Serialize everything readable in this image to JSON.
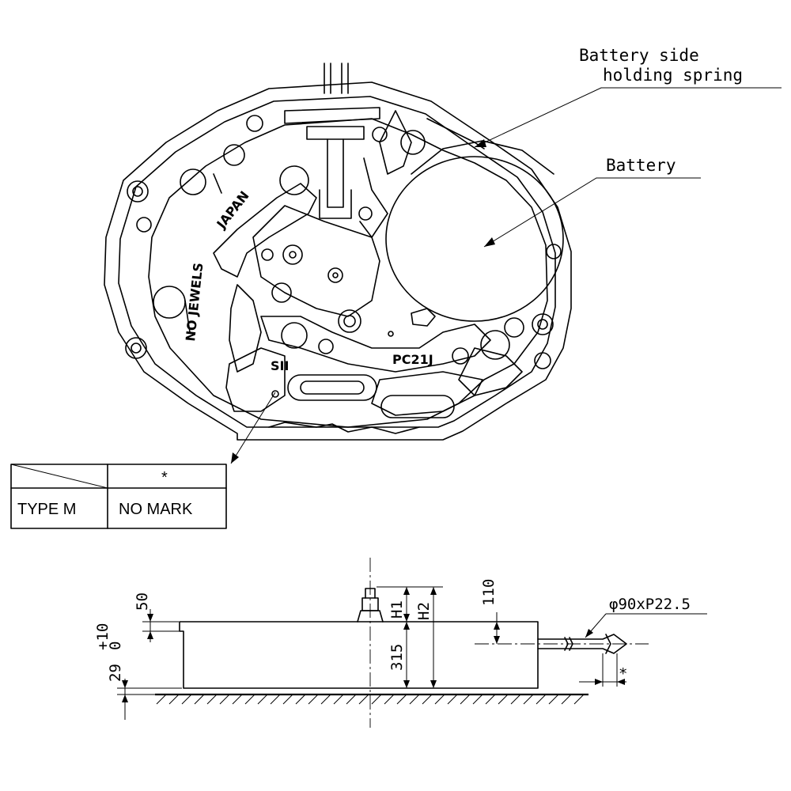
{
  "labels": {
    "battery_spring_line1": "Battery side",
    "battery_spring_line2": "holding spring",
    "battery": "Battery"
  },
  "engravings": {
    "japan": "JAPAN",
    "no_jewels": "NO JEWELS",
    "sii": "SII",
    "calibre": "PC21J"
  },
  "type_table": {
    "header_mark": "*",
    "row_type": "TYPE M",
    "row_value": "NO MARK"
  },
  "dimensions": {
    "d50": "50",
    "d29": "29",
    "d29_tol_plus": "+10",
    "d29_tol_minus": "0",
    "h1": "H1",
    "h2": "H2",
    "d315": "315",
    "d110": "110",
    "stem_spec": "φ90xP22.5",
    "stem_mark": "*"
  }
}
